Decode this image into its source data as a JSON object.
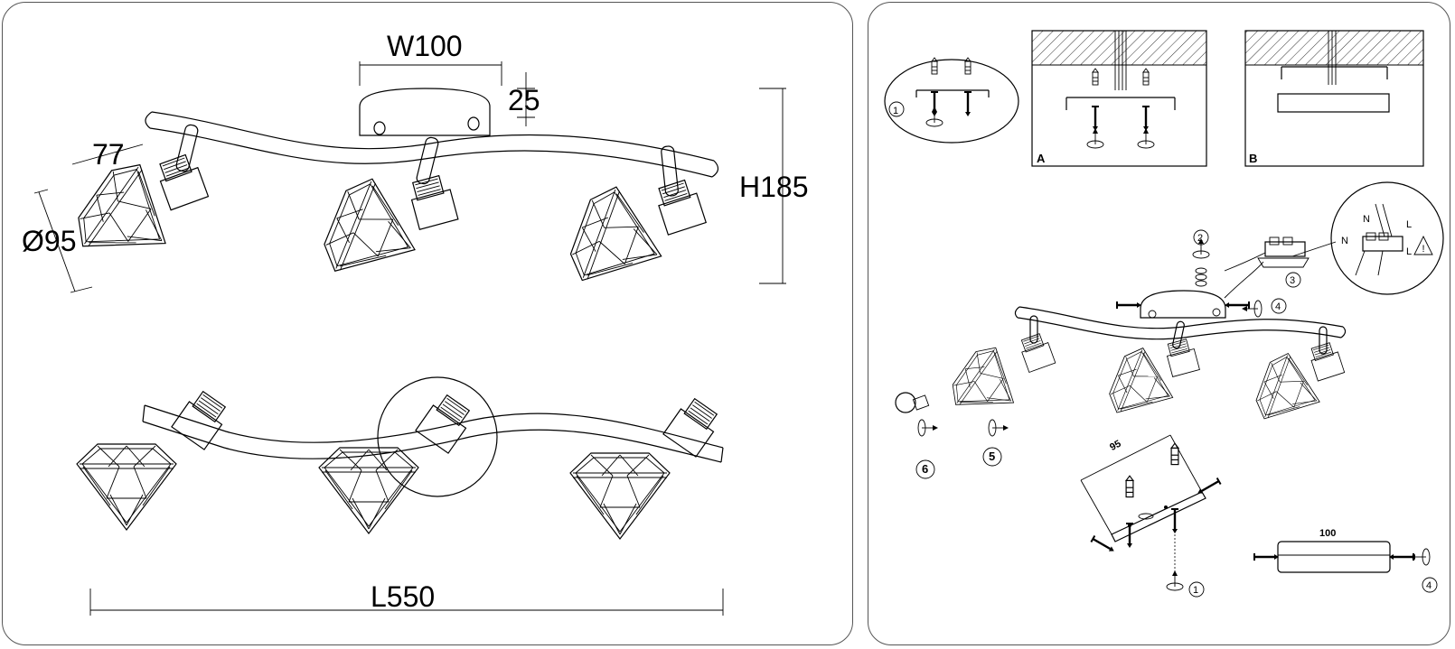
{
  "left": {
    "dims": {
      "width": "W100",
      "depth": "25",
      "arm": "77",
      "diameter": "Ø95",
      "height": "H185",
      "length": "L550"
    }
  },
  "right": {
    "boxes": {
      "a": "A",
      "b": "B"
    },
    "steps": {
      "s1": "1",
      "s2": "2",
      "s3": "3",
      "s4": "4",
      "s5": "5",
      "s6": "6",
      "s1b": "1",
      "s4b": "4"
    },
    "wiring": {
      "n1": "N",
      "l1": "L",
      "n2": "N",
      "l2": "L"
    },
    "bracket": {
      "length": "95"
    },
    "canopy": {
      "width": "100"
    }
  },
  "colors": {
    "line": "#000000",
    "border": "#555555",
    "hatch": "#333333"
  }
}
